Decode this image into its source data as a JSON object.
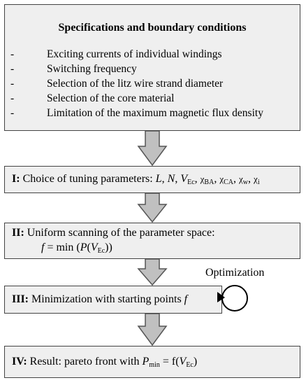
{
  "spec": {
    "title": "Specifications and boundary conditions",
    "items": [
      {
        "dash": "-",
        "text": "Exciting currents of individual windings"
      },
      {
        "dash": "-",
        "text": "Switching frequency"
      },
      {
        "dash": "-",
        "text": "Selection of the litz wire strand diameter"
      },
      {
        "dash": "-",
        "text": "Selection of the core material"
      },
      {
        "dash": "-",
        "text": "Limitation of the maximum magnetic flux density"
      }
    ]
  },
  "step1": {
    "label": "I:",
    "text": "Choice of tuning parameters:",
    "L": "L",
    "N": "N",
    "V": "V",
    "Vsub": "Ec",
    "chi": "χ",
    "chiBA": "BA",
    "chiCA": "CA",
    "chiW": "w",
    "chiI": "i",
    "comma": ","
  },
  "step2": {
    "label": "II:",
    "text": "Uniform scanning of the parameter space:",
    "f": "f",
    "eq": "= min (",
    "P": "P",
    "open": "(",
    "V": "V",
    "Vsub": "Ec",
    "close": "))"
  },
  "step3": {
    "label": "III:",
    "text": "Minimization with starting points",
    "f": "f"
  },
  "optimization": "Optimization",
  "step4": {
    "label": "IV:",
    "text": "Result: pareto front with",
    "P": "P",
    "Psub": "min",
    "eq": "= f(",
    "V": "V",
    "Vsub": "Ec",
    "close": ")"
  }
}
